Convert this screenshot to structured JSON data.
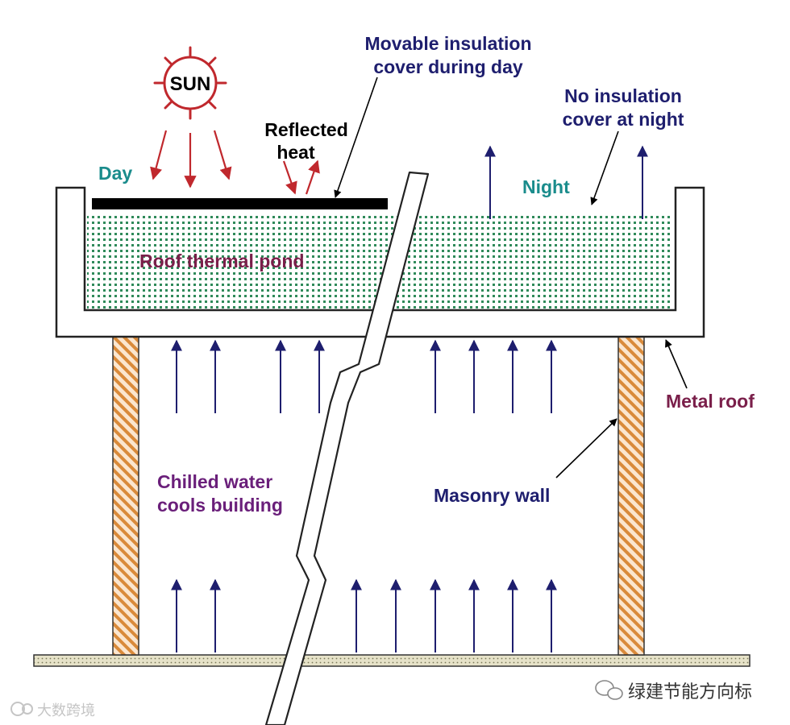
{
  "labels": {
    "sun": "SUN",
    "day": "Day",
    "night": "Night",
    "reflected_heat_line1": "Reflected",
    "reflected_heat_line2": "heat",
    "movable_cover_line1": "Movable insulation",
    "movable_cover_line2": "cover during day",
    "no_cover_line1": "No insulation",
    "no_cover_line2": "cover at night",
    "roof_pond": "Roof thermal pond",
    "chilled_line1": "Chilled water",
    "chilled_line2": "cools building",
    "masonry_wall": "Masonry wall",
    "metal_roof": "Metal roof"
  },
  "watermarks": {
    "left": "大数跨境",
    "right": "绿建节能方向标"
  },
  "colors": {
    "navy": "#1e1e6e",
    "teal": "#1a8c8c",
    "maroon": "#7a1f4a",
    "purple": "#6a1f7a",
    "sun_red": "#c0282d",
    "water_dots": "#2f8a5a",
    "wall_hatch": "#d98a3a"
  }
}
